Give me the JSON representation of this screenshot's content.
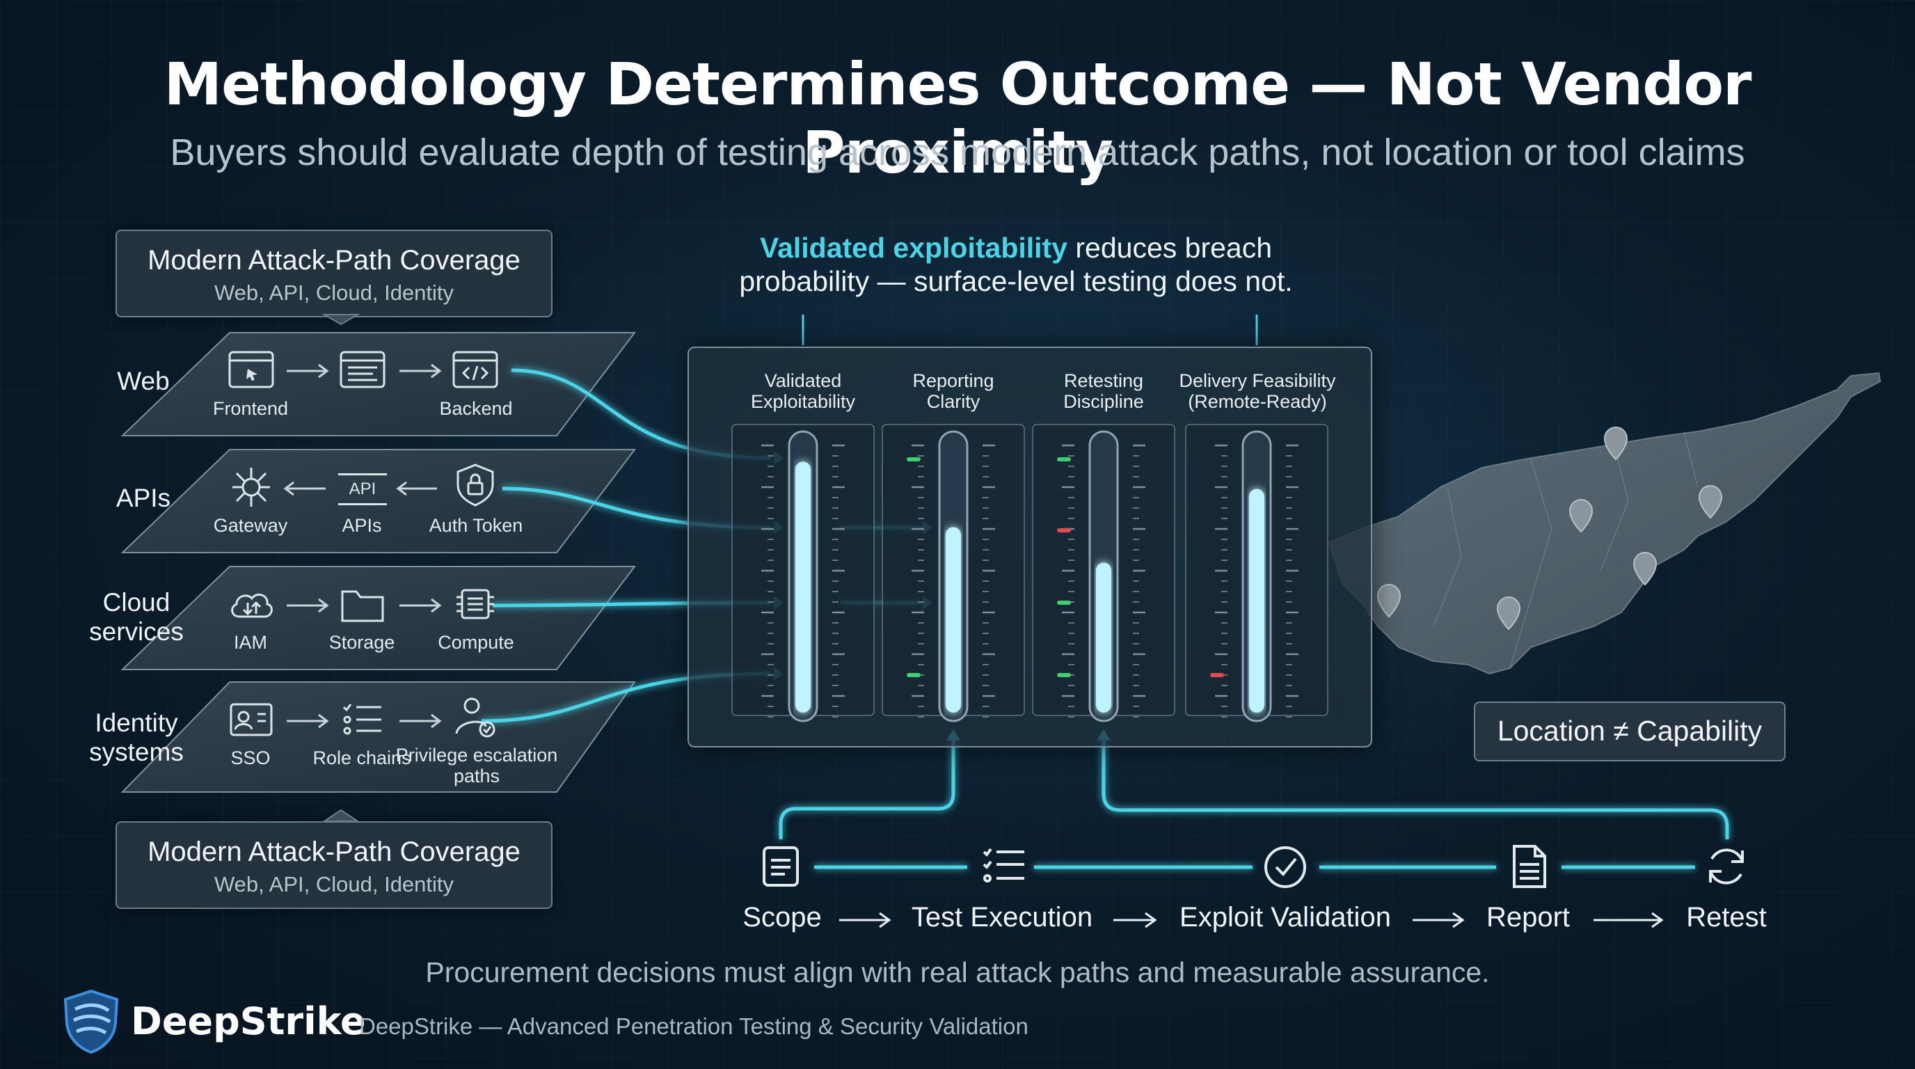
{
  "title": "Methodology Determines Outcome — Not Vendor Proximity",
  "subtitle": "Buyers should evaluate depth of testing across modern attack paths, not location or tool claims",
  "coverage_top": {
    "title": "Modern Attack-Path Coverage",
    "sub": "Web, API, Cloud, Identity"
  },
  "coverage_bottom": {
    "title": "Modern Attack-Path Coverage",
    "sub": "Web, API, Cloud, Identity"
  },
  "layers": [
    {
      "label": "Web",
      "nodes": [
        "Frontend",
        "",
        "Backend"
      ],
      "icons": [
        "browser-window-icon",
        "web-page-icon",
        "code-window-icon"
      ]
    },
    {
      "label": "APIs",
      "nodes": [
        "Gateway",
        "APIs",
        "Auth Token"
      ],
      "icons": [
        "network-gateway-icon",
        "api-bracket-icon",
        "shield-lock-icon"
      ]
    },
    {
      "label": "Cloud services",
      "nodes": [
        "IAM",
        "Storage",
        "Compute"
      ],
      "icons": [
        "cloud-icon",
        "folder-icon",
        "chip-icon"
      ]
    },
    {
      "label": "Identity systems",
      "nodes": [
        "SSO",
        "Role chains",
        "Privilege escalation paths"
      ],
      "icons": [
        "id-card-icon",
        "checklist-icon",
        "user-check-icon"
      ]
    }
  ],
  "api_badge": "API",
  "callout": {
    "highlight": "Validated exploitability",
    "rest_line1": " reduces breach",
    "line2": "probability — surface-level testing does not."
  },
  "panel_columns": [
    {
      "line1": "Validated",
      "line2": "Exploitability",
      "level": 0.92
    },
    {
      "line1": "Reporting",
      "line2": "Clarity",
      "level": 0.68
    },
    {
      "line1": "Retesting",
      "line2": "Discipline",
      "level": 0.55
    },
    {
      "line1": "Delivery Feasibility",
      "line2": "(Remote-Ready)",
      "level": 0.82
    }
  ],
  "process_steps": [
    {
      "label": "Scope",
      "icon": "document-list-icon"
    },
    {
      "label": "Test Execution",
      "icon": "checklist-icon"
    },
    {
      "label": "Exploit Validation",
      "icon": "check-circle-icon"
    },
    {
      "label": "Report",
      "icon": "report-icon"
    },
    {
      "label": "Retest",
      "icon": "refresh-icon"
    }
  ],
  "location_label": "Location ≠ Capability",
  "footer_note": "Procurement decisions must align with real attack paths and measurable assurance.",
  "brand": {
    "name": "DeepStrike",
    "tagline": "DeepStrike — Advanced Penetration Testing & Security Validation"
  },
  "colors": {
    "accent": "#4cd3e6",
    "glow": "#bff4ff",
    "marker_green": "#3fcf6f",
    "marker_red": "#e14b4b",
    "map": "#5d6b76"
  }
}
